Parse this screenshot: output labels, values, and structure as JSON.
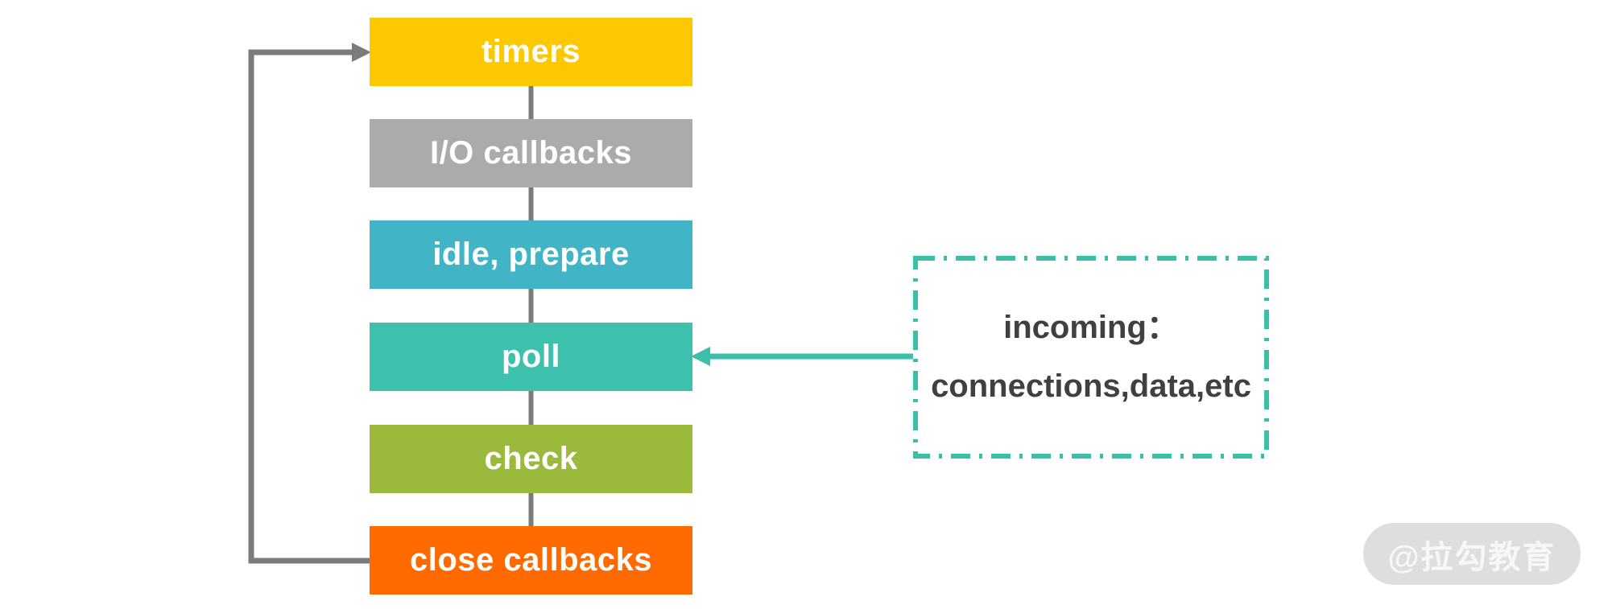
{
  "diagram": {
    "description": "Node.js event loop phases",
    "phases": [
      {
        "id": "timers",
        "label": "timers",
        "color": "#fcc800"
      },
      {
        "id": "io-callbacks",
        "label": "I/O callbacks",
        "color": "#ababab"
      },
      {
        "id": "idle-prepare",
        "label": "idle, prepare",
        "color": "#41b4c6"
      },
      {
        "id": "poll",
        "label": "poll",
        "color": "#3dc0ac"
      },
      {
        "id": "check",
        "label": "check",
        "color": "#9bba3c"
      },
      {
        "id": "close-callbacks",
        "label": "close callbacks",
        "color": "#ff6a00"
      }
    ],
    "label_text_color": "#ffffff",
    "loop": {
      "color": "#7b7b7b",
      "from": "close callbacks",
      "to": "timers"
    },
    "incoming_note": {
      "line1": "incoming：",
      "line2": "connections,data,etc",
      "text_color": "#404040",
      "border_color": "#3cbfa9",
      "arrow_target": "poll"
    },
    "watermark": {
      "text": "@拉勾教育",
      "pill_color": "#dedede"
    }
  }
}
